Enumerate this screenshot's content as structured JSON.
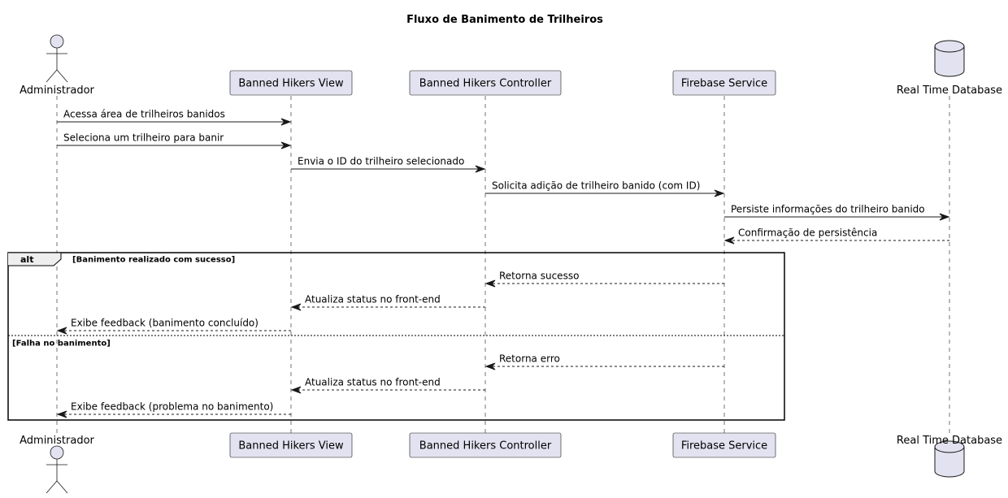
{
  "title": "Fluxo de Banimento de Trilheiros",
  "participants": [
    {
      "id": "admin",
      "label": "Administrador",
      "kind": "actor"
    },
    {
      "id": "view",
      "label": "Banned Hikers View",
      "kind": "participant"
    },
    {
      "id": "controller",
      "label": "Banned Hikers Controller",
      "kind": "participant"
    },
    {
      "id": "firebase",
      "label": "Firebase Service",
      "kind": "participant"
    },
    {
      "id": "db",
      "label": "Real Time Database",
      "kind": "database"
    }
  ],
  "messages": [
    {
      "from": "admin",
      "to": "view",
      "label": "Acessa área de trilheiros banidos",
      "style": "solid"
    },
    {
      "from": "admin",
      "to": "view",
      "label": "Seleciona um trilheiro para banir",
      "style": "solid"
    },
    {
      "from": "view",
      "to": "controller",
      "label": "Envia o ID do trilheiro selecionado",
      "style": "solid"
    },
    {
      "from": "controller",
      "to": "firebase",
      "label": "Solicita adição de trilheiro banido (com ID)",
      "style": "solid"
    },
    {
      "from": "firebase",
      "to": "db",
      "label": "Persiste informações do trilheiro banido",
      "style": "solid"
    },
    {
      "from": "db",
      "to": "firebase",
      "label": "Confirmação de persistência",
      "style": "dashed"
    },
    {
      "from": "firebase",
      "to": "controller",
      "label": "Retorna sucesso",
      "style": "dashed"
    },
    {
      "from": "controller",
      "to": "view",
      "label": "Atualiza status no front-end",
      "style": "dashed"
    },
    {
      "from": "view",
      "to": "admin",
      "label": "Exibe feedback (banimento concluído)",
      "style": "dashed"
    },
    {
      "from": "firebase",
      "to": "controller",
      "label": "Retorna erro",
      "style": "dashed"
    },
    {
      "from": "controller",
      "to": "view",
      "label": "Atualiza status no front-end",
      "style": "dashed"
    },
    {
      "from": "view",
      "to": "admin",
      "label": "Exibe feedback (problema no banimento)",
      "style": "dashed"
    }
  ],
  "fragment": {
    "operator": "alt",
    "guards": [
      "[Banimento realizado com sucesso]",
      "[Falha no banimento]"
    ]
  }
}
